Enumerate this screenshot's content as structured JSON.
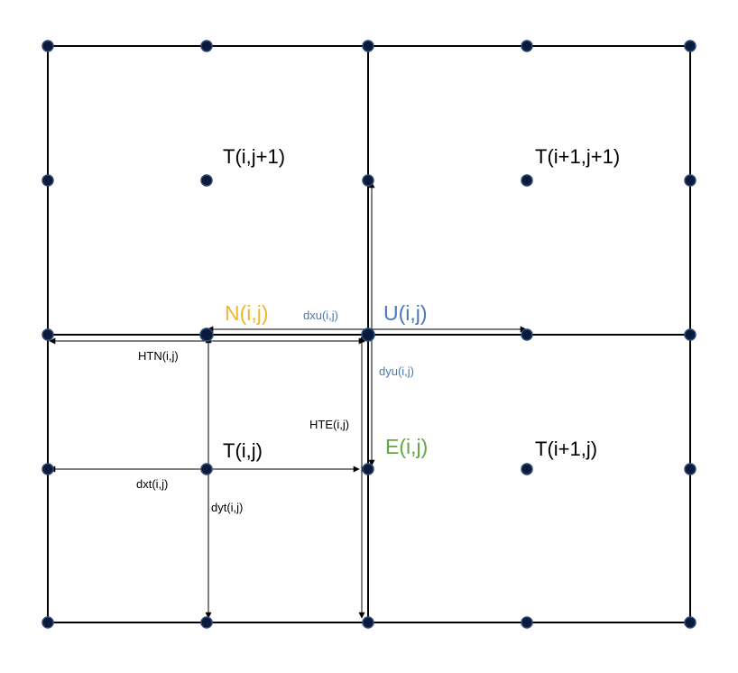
{
  "colors": {
    "background": "#ffffff",
    "grid_line": "#000000",
    "node_fill": "#0b1a3a",
    "node_stroke": "#2b4a7a",
    "dimension_line": "#000000",
    "n_point": "#f2b530",
    "u_point": "#4a78c0",
    "e_point": "#63a845",
    "dim_blue": "#4a78c0",
    "dim_black": "#000000"
  },
  "cell_labels": {
    "t_ij1": "T(i,j+1)",
    "t_i1j1": "T(i+1,j+1)",
    "t_ij": "T(i,j)",
    "t_i1j": "T(i+1,j)"
  },
  "point_labels": {
    "n": "N(i,j)",
    "u": "U(i,j)",
    "e": "E(i,j)"
  },
  "dimension_labels": {
    "dxu": "dxu(i,j)",
    "dyu": "dyu(i,j)",
    "htn": "HTN(i,j)",
    "hte": "HTE(i,j)",
    "dxt": "dxt(i,j)",
    "dyt": "dyt(i,j)"
  }
}
